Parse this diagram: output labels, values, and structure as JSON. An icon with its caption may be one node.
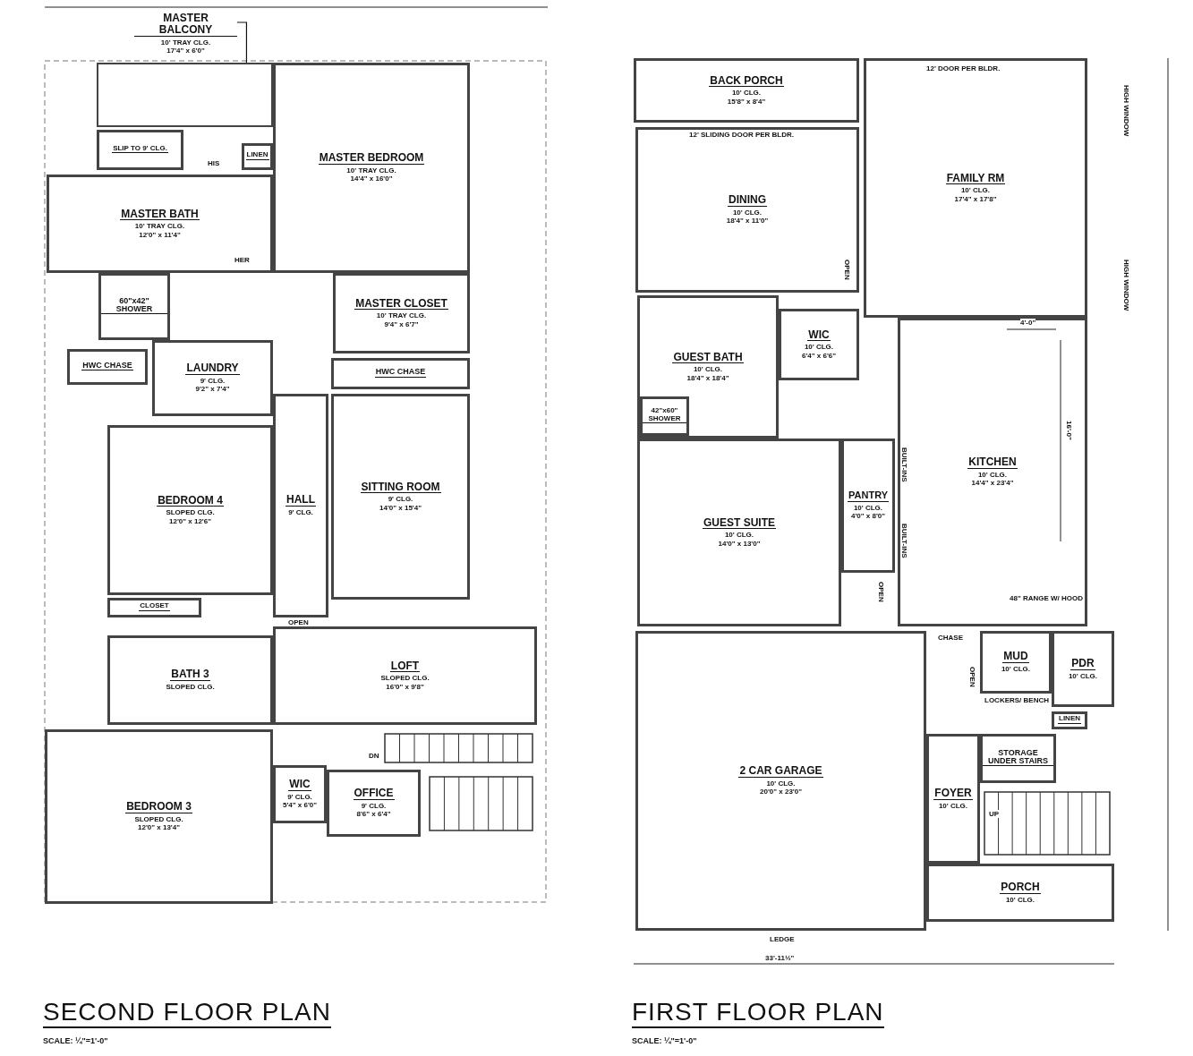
{
  "diagram": {
    "nodes": [
      {
        "text": [
          "MASTER BALCONY",
          "10' TRAY CLG.",
          "17'4\" x 6'0\""
        ]
      },
      {
        "text": [],
        "shape": "box"
      },
      {
        "text": [
          "SLIP TO 9' CLG."
        ]
      },
      {
        "text": [
          "LINEN"
        ]
      },
      {
        "text": [
          "MASTER BATH",
          "10' TRAY CLG.",
          "12'0\" x 11'4\""
        ]
      },
      {
        "text": [
          "MASTER BEDROOM",
          "10' TRAY CLG.",
          "14'4\" x 16'0\""
        ]
      },
      {
        "text": [
          "60\"x42\" SHOWER"
        ]
      },
      {
        "text": [
          "MASTER CLOSET",
          "10' TRAY CLG.",
          "9'4\" x 6'7\""
        ]
      },
      {
        "text": [
          "HWC CHASE"
        ]
      },
      {
        "text": [
          "LAUNDRY",
          "9' CLG.",
          "9'2\" x 7'4\""
        ]
      },
      {
        "text": [
          "HWC CHASE"
        ]
      },
      {
        "text": [
          "HALL",
          "9' CLG."
        ]
      },
      {
        "text": [
          "SITTING ROOM",
          "9' CLG.",
          "14'0\" x 15'4\""
        ]
      },
      {
        "text": [
          "BEDROOM 4",
          "SLOPED CLG.",
          "12'0\" x 12'6\""
        ]
      },
      {
        "text": [
          "CLOSET"
        ]
      },
      {
        "text": [
          "BATH 3",
          "SLOPED CLG."
        ]
      },
      {
        "text": [
          "LOFT",
          "SLOPED CLG.",
          "16'0\" x 9'8\""
        ]
      },
      {
        "text": [
          "BEDROOM 3",
          "SLOPED CLG.",
          "12'0\" x 13'4\""
        ]
      },
      {
        "text": [
          "WIC",
          "9' CLG.",
          "5'4\" x 6'0\""
        ]
      },
      {
        "text": [
          "OFFICE",
          "9' CLG.",
          "8'6\" x 6'4\""
        ]
      },
      {
        "text": [
          "BACK PORCH",
          "10' CLG.",
          "15'8\" x 8'4\""
        ]
      },
      {
        "text": [
          "DINING",
          "10' CLG.",
          "18'4\" x 11'0\""
        ]
      },
      {
        "text": [
          "FAMILY RM",
          "10' CLG.",
          "17'4\" x 17'8\""
        ]
      },
      {
        "text": [
          "GUEST BATH",
          "10' CLG.",
          "18'4\" x 18'4\""
        ]
      },
      {
        "text": [
          "42\"x60\" SHOWER"
        ],
        "in": 23
      },
      {
        "text": [
          "WIC",
          "10' CLG.",
          "6'4\" x 6'6\""
        ]
      },
      {
        "text": [
          "KITCHEN",
          "10' CLG.",
          "14'4\" x 23'4\""
        ]
      },
      {
        "text": [
          "GUEST SUITE",
          "10' CLG.",
          "14'0\" x 13'0\""
        ]
      },
      {
        "text": [
          "PANTRY",
          "10' CLG.",
          "4'0\" x 8'0\""
        ]
      },
      {
        "text": [
          "MUD",
          "10' CLG."
        ]
      },
      {
        "text": [
          "PDR",
          "10' CLG."
        ]
      },
      {
        "text": [
          "LINEN"
        ]
      },
      {
        "text": [
          "2 CAR GARAGE",
          "10' CLG.",
          "20'0\" x 23'0\""
        ]
      },
      {
        "text": [
          "STORAGE UNDER STAIRS"
        ]
      },
      {
        "text": [
          "FOYER",
          "10' CLG."
        ]
      },
      {
        "text": [
          "PORCH",
          "10' CLG."
        ]
      }
    ],
    "edges": [
      {
        "from": 0,
        "to": 1,
        "arrow": "none"
      }
    ],
    "labels": [
      "HIS",
      "HER",
      "OPEN",
      "DN",
      "12' DOOR PER BLDR.",
      "12' SLIDING DOOR PER BLDR.",
      "HIGH WINDOW",
      "OPEN",
      "HIGH WINDOW",
      "4'-0\"",
      "16'-0\"",
      "BUILT-INS",
      "BUILT-INS",
      "48\" RANGE W/ HOOD",
      "OPEN",
      "CHASE",
      "OPEN",
      "LOCKERS/ BENCH",
      "UP",
      "LEDGE",
      "33'-11½\"",
      "SECOND FLOOR PLAN",
      "SCALE: ¼\"=1'-0\"",
      "FIRST FLOOR PLAN",
      "SCALE: ¼\"=1'-0\""
    ]
  }
}
